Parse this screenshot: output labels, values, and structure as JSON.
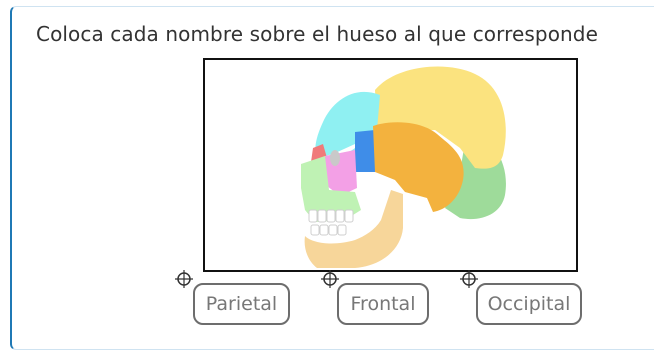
{
  "question": {
    "instruction": "Coloca cada nombre sobre el hueso al que corresponde"
  },
  "image": {
    "icon": "skull-bones-diagram"
  },
  "labels": [
    {
      "text": "Parietal",
      "handle_icon": "move-handle-icon"
    },
    {
      "text": "Frontal",
      "handle_icon": "move-handle-icon"
    },
    {
      "text": "Occipital",
      "handle_icon": "move-handle-icon"
    }
  ],
  "colors": {
    "accent": "#1f79b5",
    "label_border": "#6d6d6d",
    "label_text": "#777777"
  }
}
